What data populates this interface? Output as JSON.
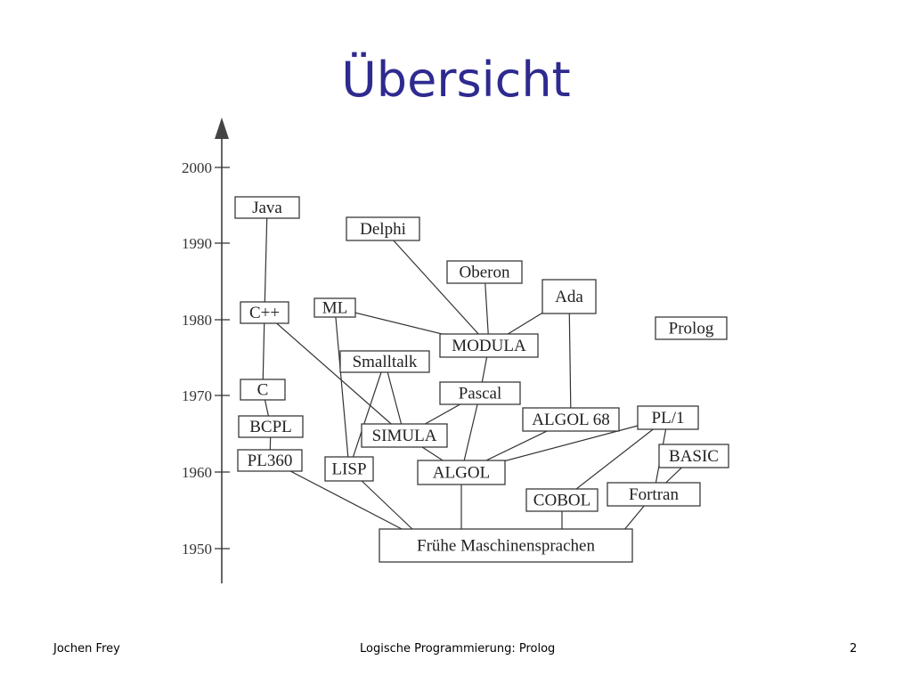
{
  "title": "Übersicht",
  "footer": {
    "author": "Jochen Frey",
    "course": "Logische Programmierung: Prolog",
    "page": "2"
  },
  "axis": {
    "ticks": [
      "2000",
      "1990",
      "1980",
      "1970",
      "1960",
      "1950"
    ]
  },
  "nodes": [
    {
      "id": "java",
      "label": "Java"
    },
    {
      "id": "delphi",
      "label": "Delphi"
    },
    {
      "id": "oberon",
      "label": "Oberon"
    },
    {
      "id": "ada",
      "label": "Ada"
    },
    {
      "id": "cpp",
      "label": "C++"
    },
    {
      "id": "ml",
      "label": "ML"
    },
    {
      "id": "modula",
      "label": "MODULA"
    },
    {
      "id": "prolog",
      "label": "Prolog"
    },
    {
      "id": "smalltalk",
      "label": "Smalltalk"
    },
    {
      "id": "c",
      "label": "C"
    },
    {
      "id": "pascal",
      "label": "Pascal"
    },
    {
      "id": "algol68",
      "label": "ALGOL 68"
    },
    {
      "id": "pl1",
      "label": "PL/1"
    },
    {
      "id": "bcpl",
      "label": "BCPL"
    },
    {
      "id": "simula",
      "label": "SIMULA"
    },
    {
      "id": "basic",
      "label": "BASIC"
    },
    {
      "id": "pl360",
      "label": "PL360"
    },
    {
      "id": "lisp",
      "label": "LISP"
    },
    {
      "id": "algol",
      "label": "ALGOL"
    },
    {
      "id": "cobol",
      "label": "COBOL"
    },
    {
      "id": "fortran",
      "label": "Fortran"
    },
    {
      "id": "fruehe",
      "label": "Frühe Maschinensprachen"
    }
  ],
  "edges": [
    [
      "java",
      "cpp"
    ],
    [
      "cpp",
      "c"
    ],
    [
      "c",
      "bcpl"
    ],
    [
      "bcpl",
      "pl360"
    ],
    [
      "cpp",
      "simula"
    ],
    [
      "delphi",
      "modula"
    ],
    [
      "oberon",
      "modula"
    ],
    [
      "ada",
      "modula"
    ],
    [
      "ada",
      "algol68"
    ],
    [
      "ml",
      "modula"
    ],
    [
      "ml",
      "lisp"
    ],
    [
      "smalltalk",
      "simula"
    ],
    [
      "smalltalk",
      "lisp"
    ],
    [
      "modula",
      "pascal"
    ],
    [
      "pascal",
      "simula"
    ],
    [
      "pascal",
      "algol"
    ],
    [
      "simula",
      "algol"
    ],
    [
      "algol68",
      "algol"
    ],
    [
      "pl1",
      "algol"
    ],
    [
      "pl1",
      "cobol"
    ],
    [
      "pl1",
      "fortran"
    ],
    [
      "basic",
      "fortran"
    ],
    [
      "pl360",
      "fruehe"
    ],
    [
      "lisp",
      "fruehe"
    ],
    [
      "algol",
      "fruehe"
    ],
    [
      "cobol",
      "fruehe"
    ],
    [
      "fortran",
      "fruehe"
    ]
  ]
}
